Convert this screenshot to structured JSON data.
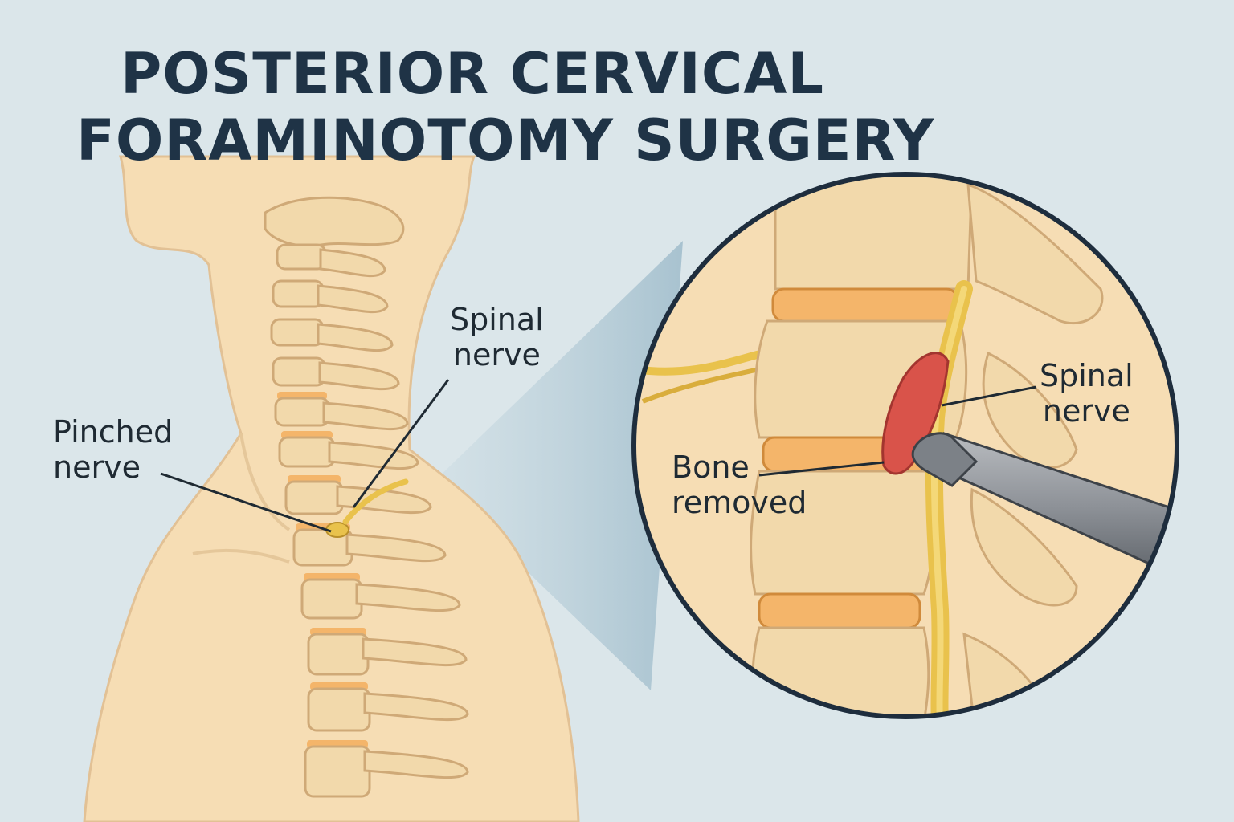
{
  "title": {
    "line1": "POSTERIOR CERVICAL",
    "line2": "FORAMINOTOMY SURGERY"
  },
  "labels": {
    "pinched_nerve": [
      "Pinched",
      "nerve"
    ],
    "spinal_nerve_left": [
      "Spinal",
      "nerve"
    ],
    "spinal_nerve_right": [
      "Spinal",
      "nerve"
    ],
    "bone_removed": [
      "Bone",
      "removed"
    ]
  },
  "colors": {
    "background": "#dbe6ea",
    "skin": "#f6ddb4",
    "bone": "#f2d9ab",
    "bone_shadow": "#d8b784",
    "disc": "#f4b56a",
    "nerve": "#e9c24c",
    "inflamed": "#d9534a",
    "instrument": "#8e9298",
    "title": "#1f3346",
    "outline": "#1e2d3d"
  }
}
